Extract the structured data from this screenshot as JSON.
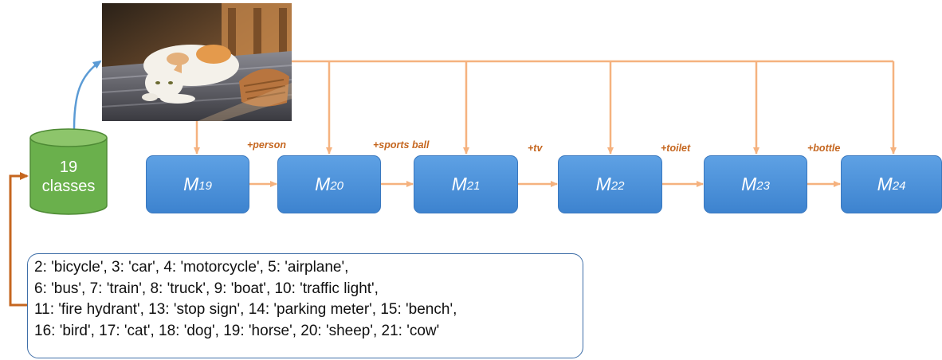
{
  "colors": {
    "model_fill": "#4a90d9",
    "db_fill": "#6ab04c",
    "class_label": "#c5661f",
    "connector": "#f5b27f",
    "left_arrow": "#c5661f",
    "db_to_image_arrow": "#5b9bd5",
    "list_border": "#3f6fa8"
  },
  "image": {
    "description_icon": "cat-photo-icon"
  },
  "database": {
    "line1": "19",
    "line2": "classes"
  },
  "models": [
    {
      "base": "M",
      "sub": "19"
    },
    {
      "base": "M",
      "sub": "20"
    },
    {
      "base": "M",
      "sub": "21"
    },
    {
      "base": "M",
      "sub": "22"
    },
    {
      "base": "M",
      "sub": "23"
    },
    {
      "base": "M",
      "sub": "24"
    }
  ],
  "added_classes": [
    "+person",
    "+sports ball",
    "+tv",
    "+toilet",
    "+bottle"
  ],
  "class_list": [
    "2: 'bicycle', 3: 'car', 4: 'motorcycle', 5: 'airplane',",
    "6: 'bus', 7: 'train', 8: 'truck', 9: 'boat', 10: 'traffic light',",
    "11: 'fire hydrant', 13: 'stop sign', 14: 'parking meter', 15: 'bench',",
    "16: 'bird', 17: 'cat', 18: 'dog', 19: 'horse', 20: 'sheep', 21: 'cow'"
  ]
}
